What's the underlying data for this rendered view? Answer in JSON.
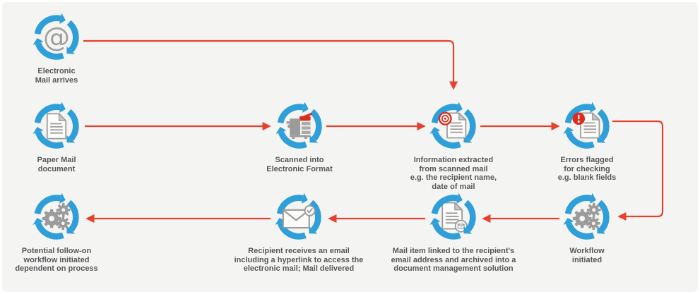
{
  "diagram": {
    "type": "flowchart",
    "colors": {
      "background": "#f4f4f2",
      "ring_blue": "#2e9fd8",
      "arrow_red": "#e8402f",
      "badge_red": "#dd2c1c",
      "icon_gray": "#9b9b9b",
      "text_gray": "#57585a"
    },
    "nodes": [
      {
        "id": "electronic-mail-arrives",
        "icon": "at-symbol-icon",
        "label": "Electronic\nMail arrives"
      },
      {
        "id": "paper-mail-document",
        "icon": "document-icon",
        "label": "Paper Mail\ndocument"
      },
      {
        "id": "scanned-electronic-format",
        "icon": "scanner-icon",
        "label": "Scanned into\nElectronic Format"
      },
      {
        "id": "information-extracted",
        "icon": "document-target-icon",
        "label": "Information extracted\nfrom scanned mail\ne.g. the recipient name,\ndate of mail"
      },
      {
        "id": "errors-flagged",
        "icon": "document-error-icon",
        "label": "Errors flagged\nfor checking\ne.g. blank fields"
      },
      {
        "id": "workflow-initiated",
        "icon": "gears-icon",
        "label": "Workflow\ninitiated"
      },
      {
        "id": "mail-item-linked",
        "icon": "document-mail-icon",
        "label": "Mail item linked to the recipient's\nemail address and archived into a\ndocument management solution"
      },
      {
        "id": "recipient-receives-email",
        "icon": "envelope-check-icon",
        "label": "Recipient receives an email\nincluding a hyperlink to access the\nelectronic mail; Mail delivered"
      },
      {
        "id": "potential-follow-on",
        "icon": "gears-icon",
        "label": "Potential follow-on\nworkflow initiated\ndependent on process"
      }
    ],
    "connections": [
      {
        "from": "electronic-mail-arrives",
        "to": "information-extracted"
      },
      {
        "from": "paper-mail-document",
        "to": "scanned-electronic-format"
      },
      {
        "from": "scanned-electronic-format",
        "to": "information-extracted"
      },
      {
        "from": "information-extracted",
        "to": "errors-flagged"
      },
      {
        "from": "errors-flagged",
        "to": "workflow-initiated"
      },
      {
        "from": "workflow-initiated",
        "to": "mail-item-linked"
      },
      {
        "from": "mail-item-linked",
        "to": "recipient-receives-email"
      },
      {
        "from": "recipient-receives-email",
        "to": "potential-follow-on"
      }
    ]
  }
}
